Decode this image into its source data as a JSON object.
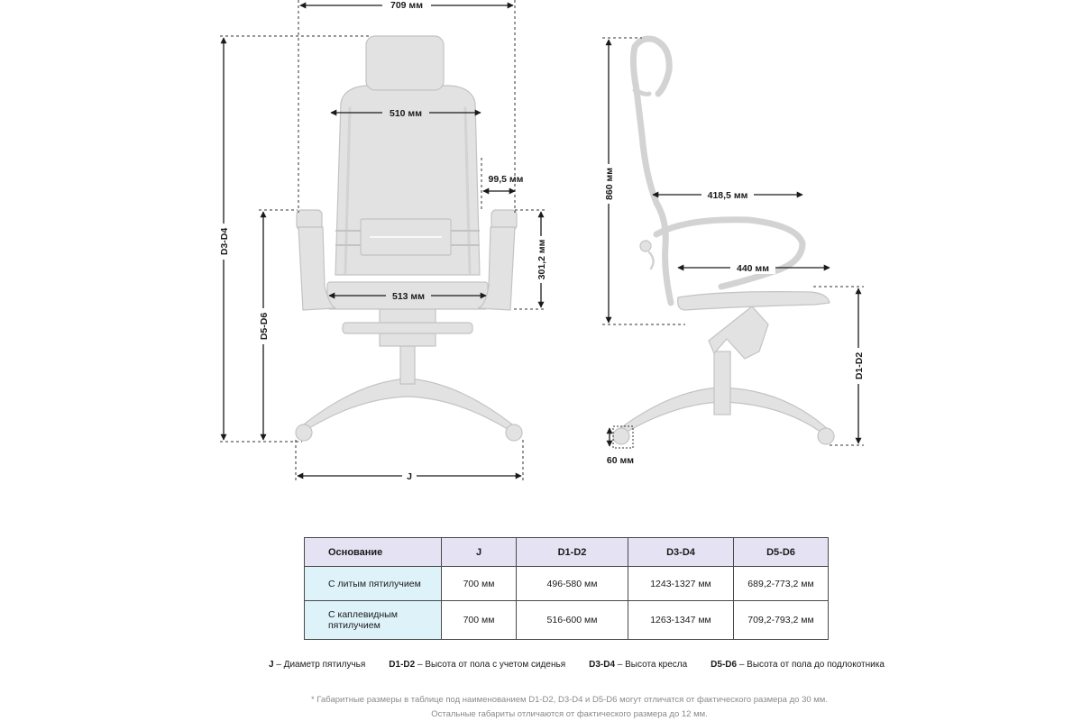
{
  "dimensions": {
    "overall_width": "709 мм",
    "back_width": "510 мм",
    "armrest_width": "99,5 мм",
    "seat_width": "513 мм",
    "armrest_height": "301,2 мм",
    "height_d3_d4": "D3-D4",
    "height_d5_d6": "D5-D6",
    "base_diameter": "J",
    "back_height": "860 мм",
    "back_depth": "418,5 мм",
    "seat_depth": "440 мм",
    "height_d1_d2": "D1-D2",
    "caster_size": "60 мм"
  },
  "table": {
    "headers": [
      "Основание",
      "J",
      "D1-D2",
      "D3-D4",
      "D5-D6"
    ],
    "rows": [
      [
        "С литым пятилучием",
        "700 мм",
        "496-580 мм",
        "1243-1327 мм",
        "689,2-773,2 мм"
      ],
      [
        "С каплевидным пятилучием",
        "700 мм",
        "516-600 мм",
        "1263-1347 мм",
        "709,2-793,2 мм"
      ]
    ]
  },
  "legend": [
    {
      "key": "J",
      "text": " – Диаметр пятилучья"
    },
    {
      "key": "D1-D2",
      "text": " – Высота от пола с учетом сиденья"
    },
    {
      "key": "D3-D4",
      "text": " – Высота кресла"
    },
    {
      "key": "D5-D6",
      "text": " – Высота от пола до подлокотника"
    }
  ],
  "footnotes": [
    "* Габаритные размеры в таблице под наименованием D1-D2, D3-D4 и D5-D6 могут отличатся от фактического размера до 30 мм.",
    "Остальные габариты отличаются от фактического размера до 12 мм."
  ]
}
